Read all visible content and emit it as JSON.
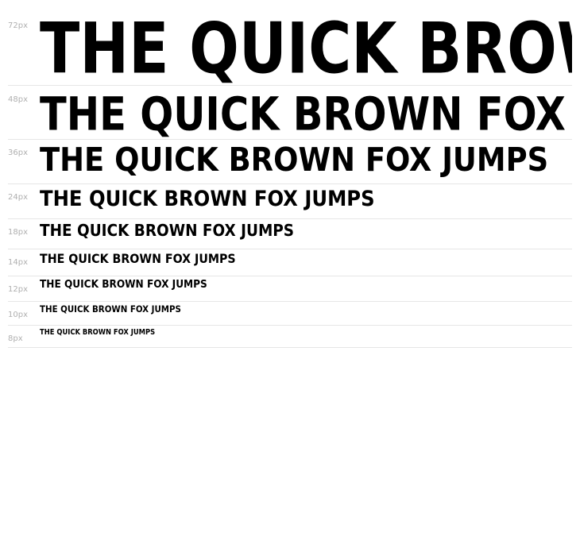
{
  "sample_text": "THE QUICK BROWN FOX JUMPS",
  "rows": [
    {
      "label": "72px",
      "text": "THE QUICK BROWN FOX JUMPS"
    },
    {
      "label": "48px",
      "text": "THE QUICK BROWN FOX JUMPS"
    },
    {
      "label": "36px",
      "text": "THE QUICK BROWN FOX JUMPS"
    },
    {
      "label": "24px",
      "text": "THE QUICK BROWN FOX JUMPS"
    },
    {
      "label": "18px",
      "text": "THE QUICK BROWN FOX JUMPS"
    },
    {
      "label": "14px",
      "text": "THE QUICK BROWN FOX JUMPS"
    },
    {
      "label": "12px",
      "text": "THE QUICK BROWN FOX JUMPS"
    },
    {
      "label": "10px",
      "text": "THE QUICK BROWN FOX JUMPS"
    },
    {
      "label": "8px",
      "text": "THE QUICK BROWN FOX JUMPS"
    }
  ],
  "colors": {
    "background": "#ffffff",
    "sample_text": "#000000",
    "size_label": "#b0b0b0",
    "divider": "#e6e6e6"
  }
}
